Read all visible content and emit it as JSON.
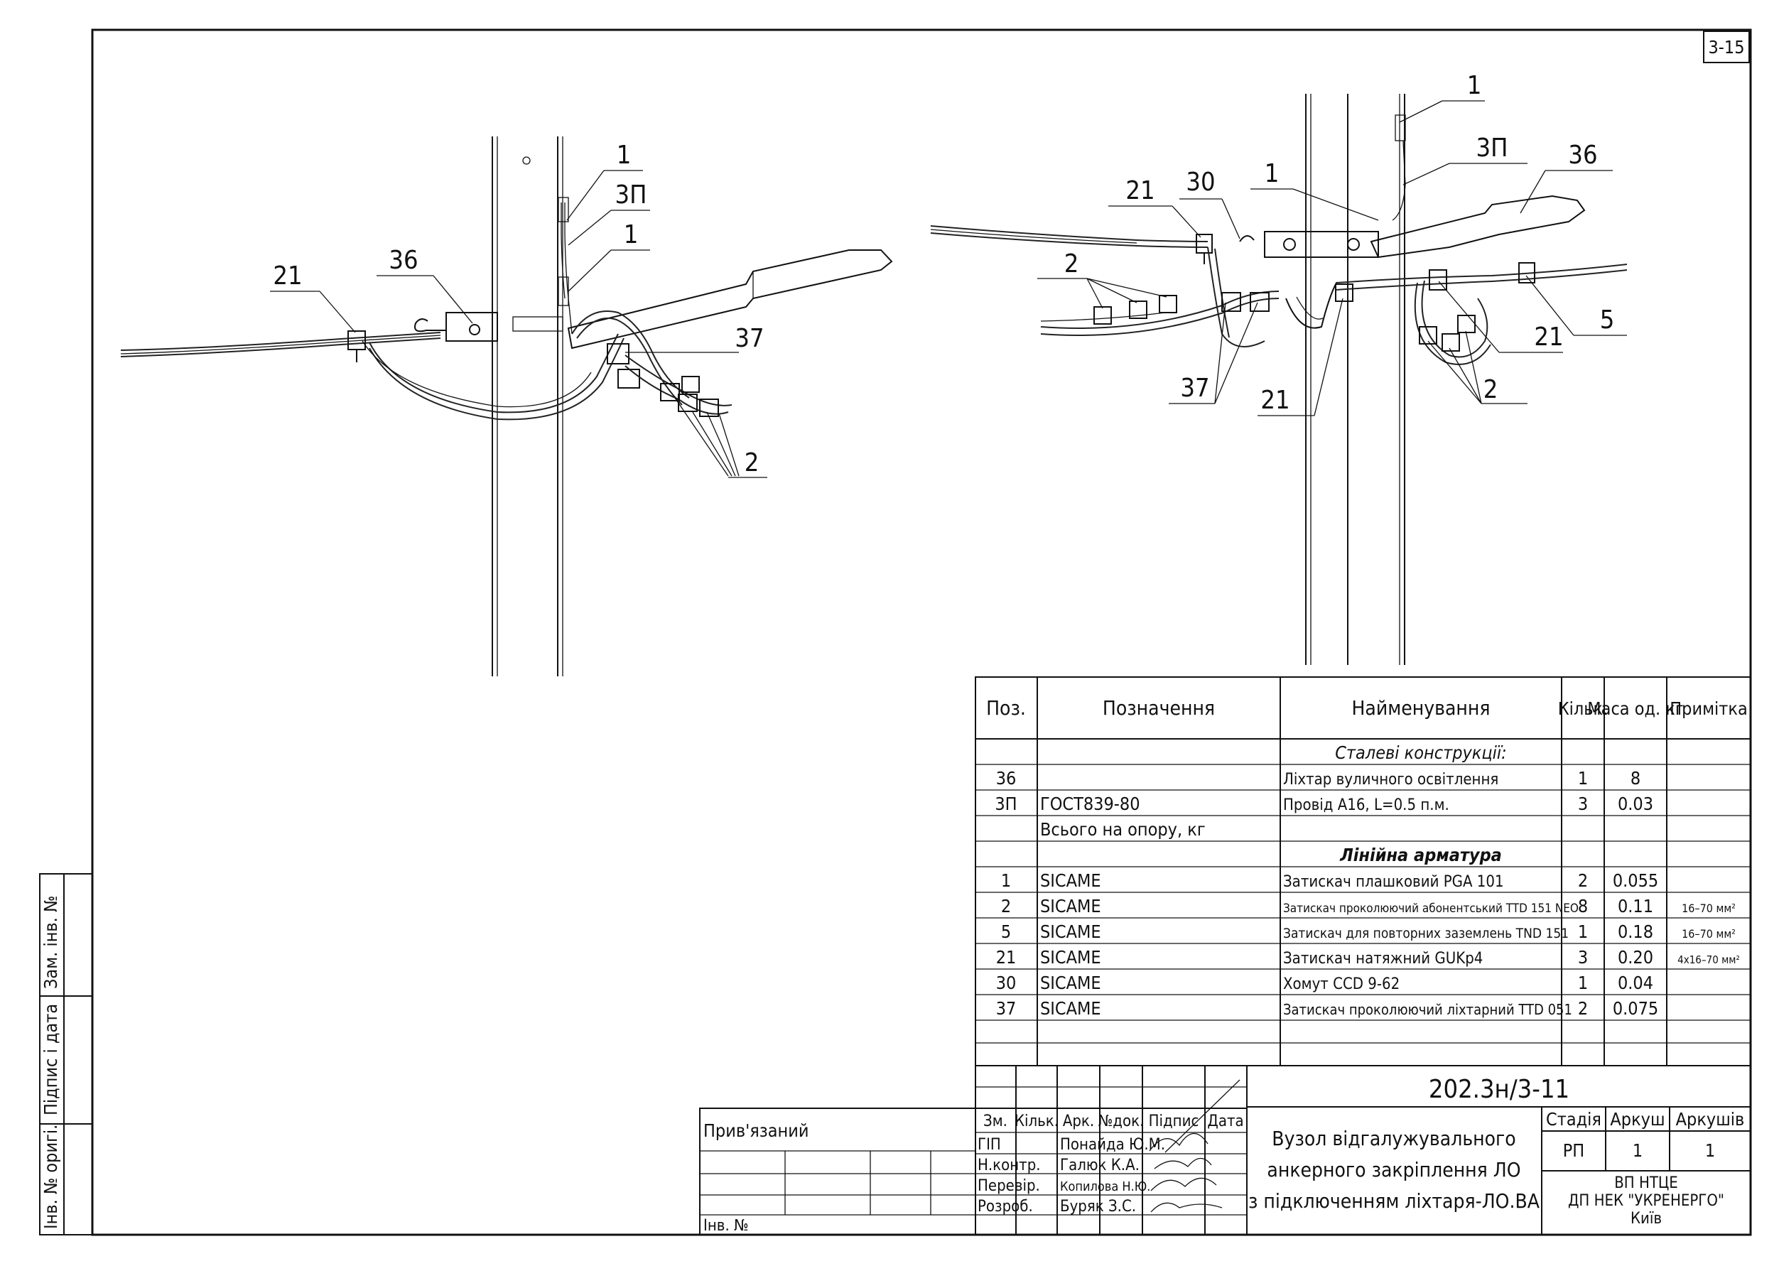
{
  "sheet_number": "3-15",
  "side_stamp": {
    "inv_orig": "Інв. № оригі.",
    "sign_date": "Підпис і дата",
    "zam_inv": "Зам. інв. №"
  },
  "callouts_left": {
    "c1a": "1",
    "c3p": "3П",
    "c1b": "1",
    "c36": "36",
    "c21": "21",
    "c37": "37",
    "c2": "2"
  },
  "callouts_right": {
    "c1": "1",
    "c3p": "3П",
    "c36": "36",
    "c21a": "21",
    "c30": "30",
    "c1b": "1",
    "c2a": "2",
    "c5": "5",
    "c21b": "21",
    "c37": "37",
    "c21c": "21",
    "c2b": "2"
  },
  "spec": {
    "headers": {
      "pos": "Поз.",
      "designation": "Позначення",
      "name": "Найменування",
      "qty": "Кільк.",
      "mass": "Маса од. кг",
      "note": "Примітка"
    },
    "sections": {
      "steel": "Сталеві конструкції:",
      "line": "Лінійна арматура"
    },
    "rows_steel": [
      {
        "pos": "36",
        "designation": "",
        "name": "Ліхтар вуличного освітлення",
        "qty": "1",
        "mass": "8",
        "note": ""
      },
      {
        "pos": "3П",
        "designation": "ГОСТ839-80",
        "name": "Провід А16, L=0.5 п.м.",
        "qty": "3",
        "mass": "0.03",
        "note": ""
      },
      {
        "pos": "",
        "designation": "Всього на опору, кг",
        "name": "",
        "qty": "",
        "mass": "",
        "note": ""
      }
    ],
    "rows_line": [
      {
        "pos": "1",
        "designation": "SICAME",
        "name": "Затискач плашковий PGA 101",
        "qty": "2",
        "mass": "0.055",
        "note": ""
      },
      {
        "pos": "2",
        "designation": "SICAME",
        "name": "Затискач проколюючий абонентський TTD 151 NEO",
        "qty": "8",
        "mass": "0.11",
        "note": "16–70 мм²"
      },
      {
        "pos": "5",
        "designation": "SICAME",
        "name": "Затискач для повторних заземлень TND 151",
        "qty": "1",
        "mass": "0.18",
        "note": "16–70 мм²"
      },
      {
        "pos": "21",
        "designation": "SICAME",
        "name": "Затискач натяжний GUKp4",
        "qty": "3",
        "mass": "0.20",
        "note": "4x16–70 мм²"
      },
      {
        "pos": "30",
        "designation": "SICAME",
        "name": "Хомут CCD 9-62",
        "qty": "1",
        "mass": "0.04",
        "note": ""
      },
      {
        "pos": "37",
        "designation": "SICAME",
        "name": "Затискач проколюючий ліхтарний TTD 051",
        "qty": "2",
        "mass": "0.075",
        "note": ""
      }
    ]
  },
  "title_block": {
    "code": "202.3н/3-11",
    "title_lines": [
      "Вузол відгалужувального",
      "анкерного закріплення ЛО",
      "з підключенням ліхтаря-ЛО.ВА"
    ],
    "cols": {
      "zm": "Зм.",
      "kilk": "Кільк.",
      "ark": "Арк.",
      "ndok": "№док.",
      "pidpys": "Підпис",
      "data": "Дата"
    },
    "roles": [
      {
        "role": "ГІП",
        "name": "Понайда Ю.М."
      },
      {
        "role": "Н.контр.",
        "name": "Галюк К.А."
      },
      {
        "role": "Перевір.",
        "name": "Копилова Н.Ю."
      },
      {
        "role": "Розроб.",
        "name": "Буряк З.С."
      }
    ],
    "stage_label": "Стадія",
    "sheet_label": "Аркуш",
    "sheets_label": "Аркушів",
    "stage": "РП",
    "sheet": "1",
    "sheets": "1",
    "org_lines": [
      "ВП НТЦЕ",
      "ДП НЕК \"УКРЕНЕРГО\"",
      "Київ"
    ],
    "attached": "Прив'язаний",
    "inv_no": "Інв. №"
  }
}
